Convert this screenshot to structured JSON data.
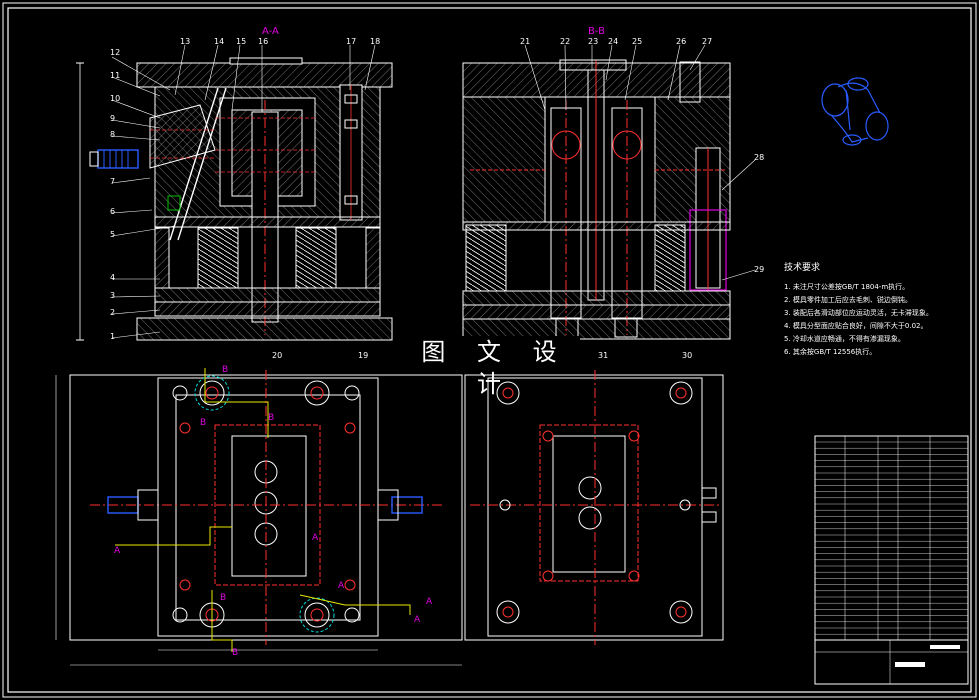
{
  "sections": {
    "aa": "A-A",
    "bb": "B-B"
  },
  "watermark": "图 文 设 计",
  "labels_left": [
    "12",
    "11",
    "10",
    "9",
    "8",
    "7",
    "6",
    "5",
    "4",
    "3",
    "2",
    "1"
  ],
  "labels_top_left": [
    "13",
    "14",
    "15",
    "16",
    "17",
    "18"
  ],
  "labels_top_right": [
    "21",
    "22",
    "23",
    "24",
    "25",
    "26",
    "27"
  ],
  "labels_right": [
    "28",
    "29"
  ],
  "labels_bottom": [
    "20",
    "19",
    "31",
    "30"
  ],
  "cut_letters": {
    "a": "A",
    "b": "B"
  },
  "notes": {
    "title": "技术要求",
    "items": [
      "1. 未注尺寸公差按GB/T 1804-m执行。",
      "2. 模具零件加工后应去毛刺、锐边倒钝。",
      "3. 装配后各滑动部位应运动灵活，无卡滞现象。",
      "4. 模具分型面应贴合良好，间隙不大于0.02。",
      "5. 冷却水道应畅通，不得有渗漏现象。",
      "6. 其余按GB/T 12556执行。"
    ]
  },
  "colors": {
    "frame": "#ffffff",
    "red": "#ff3030",
    "yellow": "#e8e800",
    "cyan": "#00d8d8",
    "blue": "#2a5cff",
    "magenta": "#e000e0",
    "green": "#00c000"
  }
}
